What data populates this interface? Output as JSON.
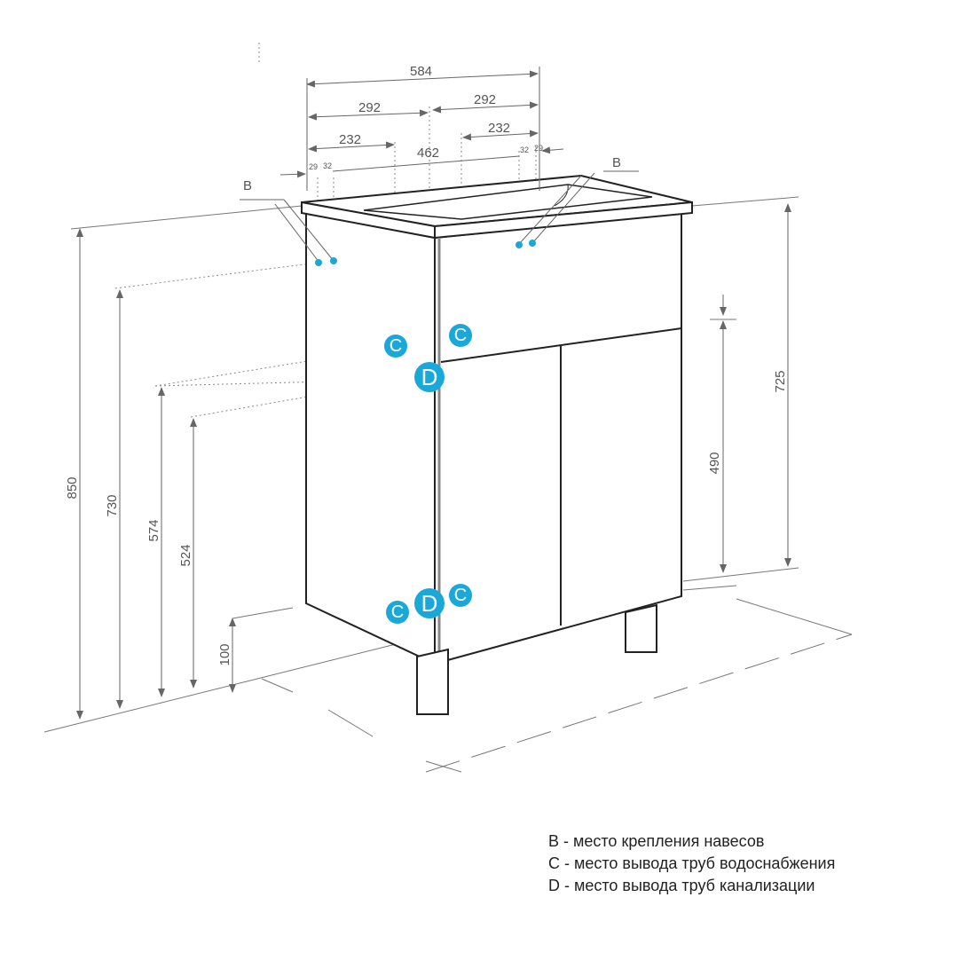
{
  "dimensions": {
    "total_width": "584",
    "half_left": "292",
    "half_right": "292",
    "offset_left": "232",
    "offset_right": "232",
    "hinge_span": "462",
    "hinge_left_a": "29",
    "hinge_left_b": "32",
    "hinge_right_a": "32",
    "hinge_right_b": "29",
    "height_total": "850",
    "height_hinge": "730",
    "height_drain_upper": "574",
    "height_drain_lower": "524",
    "height_legs": "100",
    "height_body": "725",
    "height_doors": "490"
  },
  "markers": {
    "b": "B",
    "c": "C",
    "d": "D"
  },
  "legend": [
    "B - место крепления навесов",
    "C - место вывода труб водоснабжения",
    "D - место вывода труб канализации"
  ],
  "colors": {
    "accent": "#1aa8d8",
    "line": "#555555",
    "outline": "#222222"
  }
}
